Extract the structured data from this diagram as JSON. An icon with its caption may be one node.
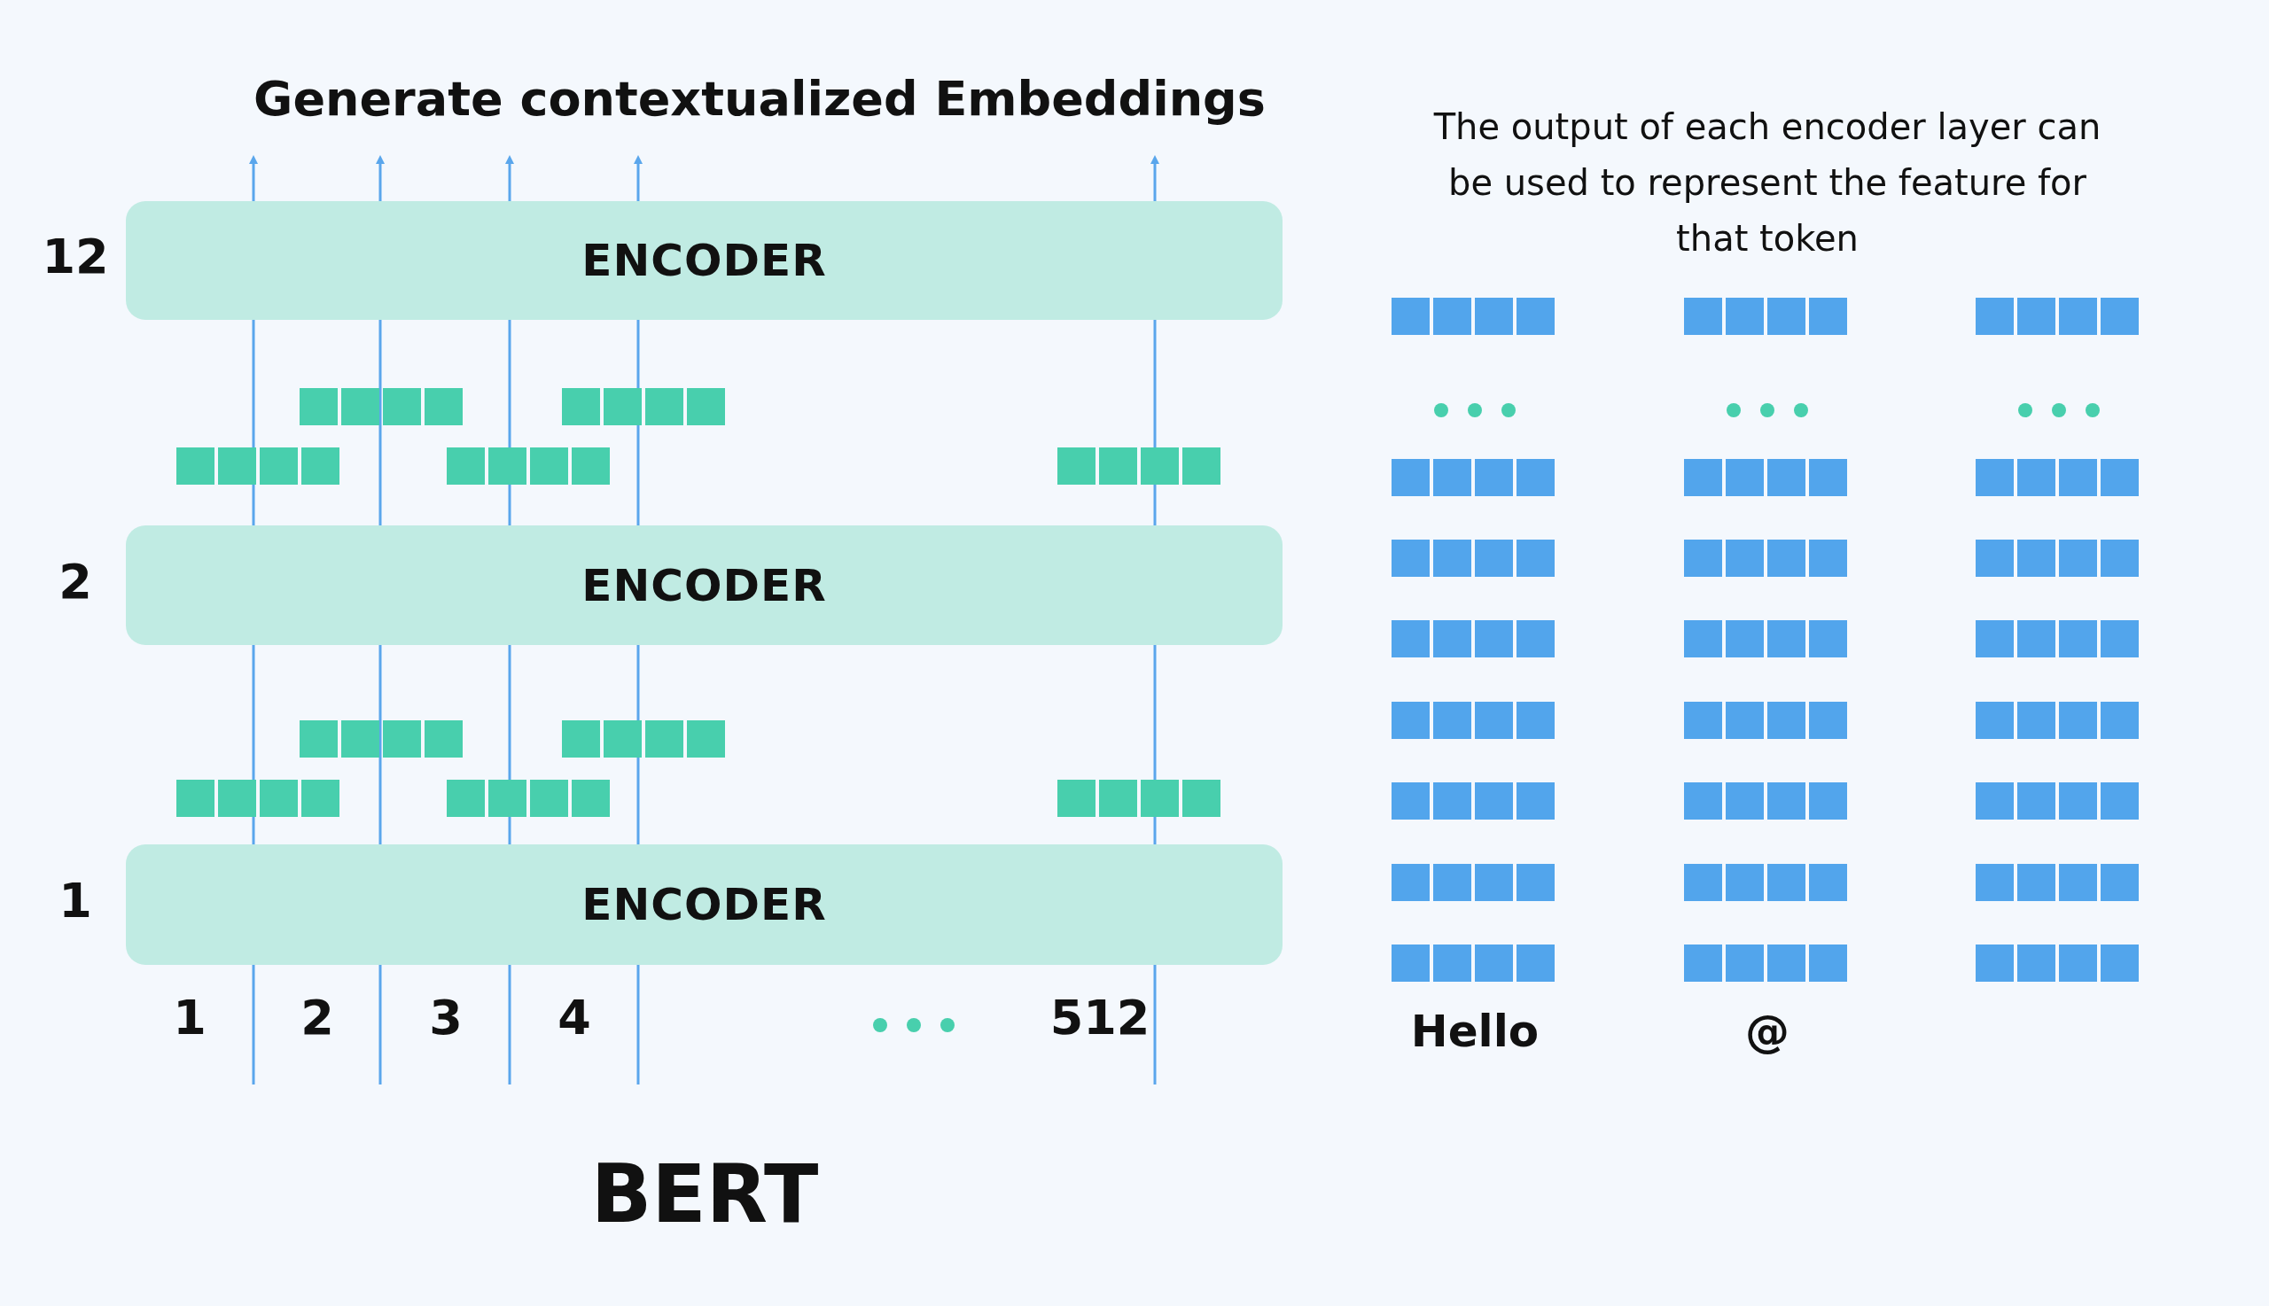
{
  "diagram": {
    "title": "Generate contextualized Embeddings",
    "caption": "BERT",
    "nodes": [
      {
        "text": [
          "ENCODER"
        ],
        "beside": [
          "12"
        ]
      },
      {
        "text": [
          "ENCODER"
        ],
        "beside": [
          "2"
        ]
      },
      {
        "text": [
          "ENCODER"
        ],
        "beside": [
          "1"
        ]
      }
    ],
    "edges": [
      {
        "from": null,
        "to": 2,
        "arrow": "none"
      },
      {
        "from": null,
        "to": 2,
        "arrow": "none"
      },
      {
        "from": null,
        "to": 2,
        "arrow": "none"
      },
      {
        "from": null,
        "to": 2,
        "arrow": "none"
      },
      {
        "from": null,
        "to": 2,
        "arrow": "none"
      },
      {
        "from": 2,
        "to": 1,
        "arrow": "none"
      },
      {
        "from": 2,
        "to": 1,
        "arrow": "none"
      },
      {
        "from": 2,
        "to": 1,
        "arrow": "none"
      },
      {
        "from": 2,
        "to": 1,
        "arrow": "none"
      },
      {
        "from": 2,
        "to": 1,
        "arrow": "none"
      },
      {
        "from": 1,
        "to": 0,
        "arrow": "none"
      },
      {
        "from": 1,
        "to": 0,
        "arrow": "none"
      },
      {
        "from": 1,
        "to": 0,
        "arrow": "none"
      },
      {
        "from": 1,
        "to": 0,
        "arrow": "none"
      },
      {
        "from": 1,
        "to": 0,
        "arrow": "none"
      },
      {
        "from": 0,
        "to": null,
        "arrow": "to"
      },
      {
        "from": 0,
        "to": null,
        "arrow": "to"
      },
      {
        "from": 0,
        "to": null,
        "arrow": "to"
      },
      {
        "from": 0,
        "to": null,
        "arrow": "to"
      },
      {
        "from": 0,
        "to": null,
        "arrow": "to"
      }
    ],
    "labels": [
      "The output of each encoder layer can be used to represent the feature for that token",
      "1",
      "2",
      "3",
      "4",
      "512",
      "Hello",
      "@"
    ]
  }
}
